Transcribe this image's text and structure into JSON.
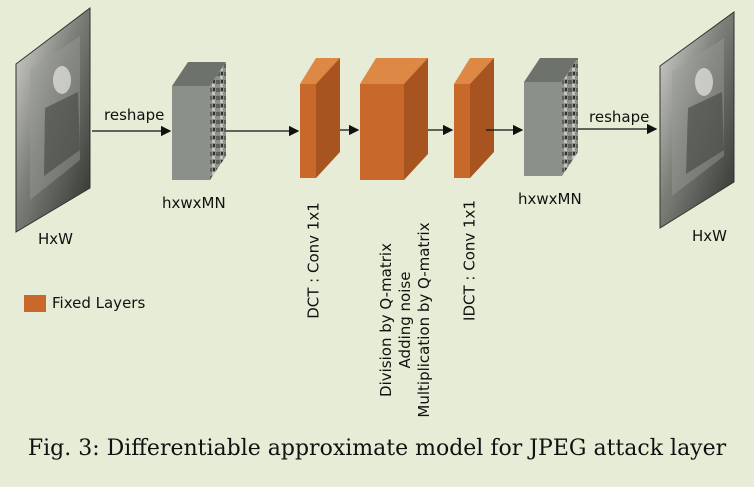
{
  "labels": {
    "input_size": "HxW",
    "output_size": "HxW",
    "reshape_in": "reshape",
    "reshape_out": "reshape",
    "block_in": "hxwxMN",
    "block_out": "hxwxMN",
    "dct": "DCT : Conv 1x1",
    "quant": [
      "Division by Q-matrix",
      "Adding noise",
      "Multiplication by Q-matrix"
    ],
    "idct": "IDCT : Conv 1x1"
  },
  "legend": {
    "label": "Fixed Layers",
    "color": "#c8682a"
  },
  "caption": "Fig. 3: Differentiable approximate model for JPEG attack layer",
  "colors": {
    "background": "#e6ecd6",
    "fixed_front": "#c8682a",
    "fixed_top": "#de8846",
    "fixed_side": "#a85420",
    "gray": "#8a9088"
  }
}
